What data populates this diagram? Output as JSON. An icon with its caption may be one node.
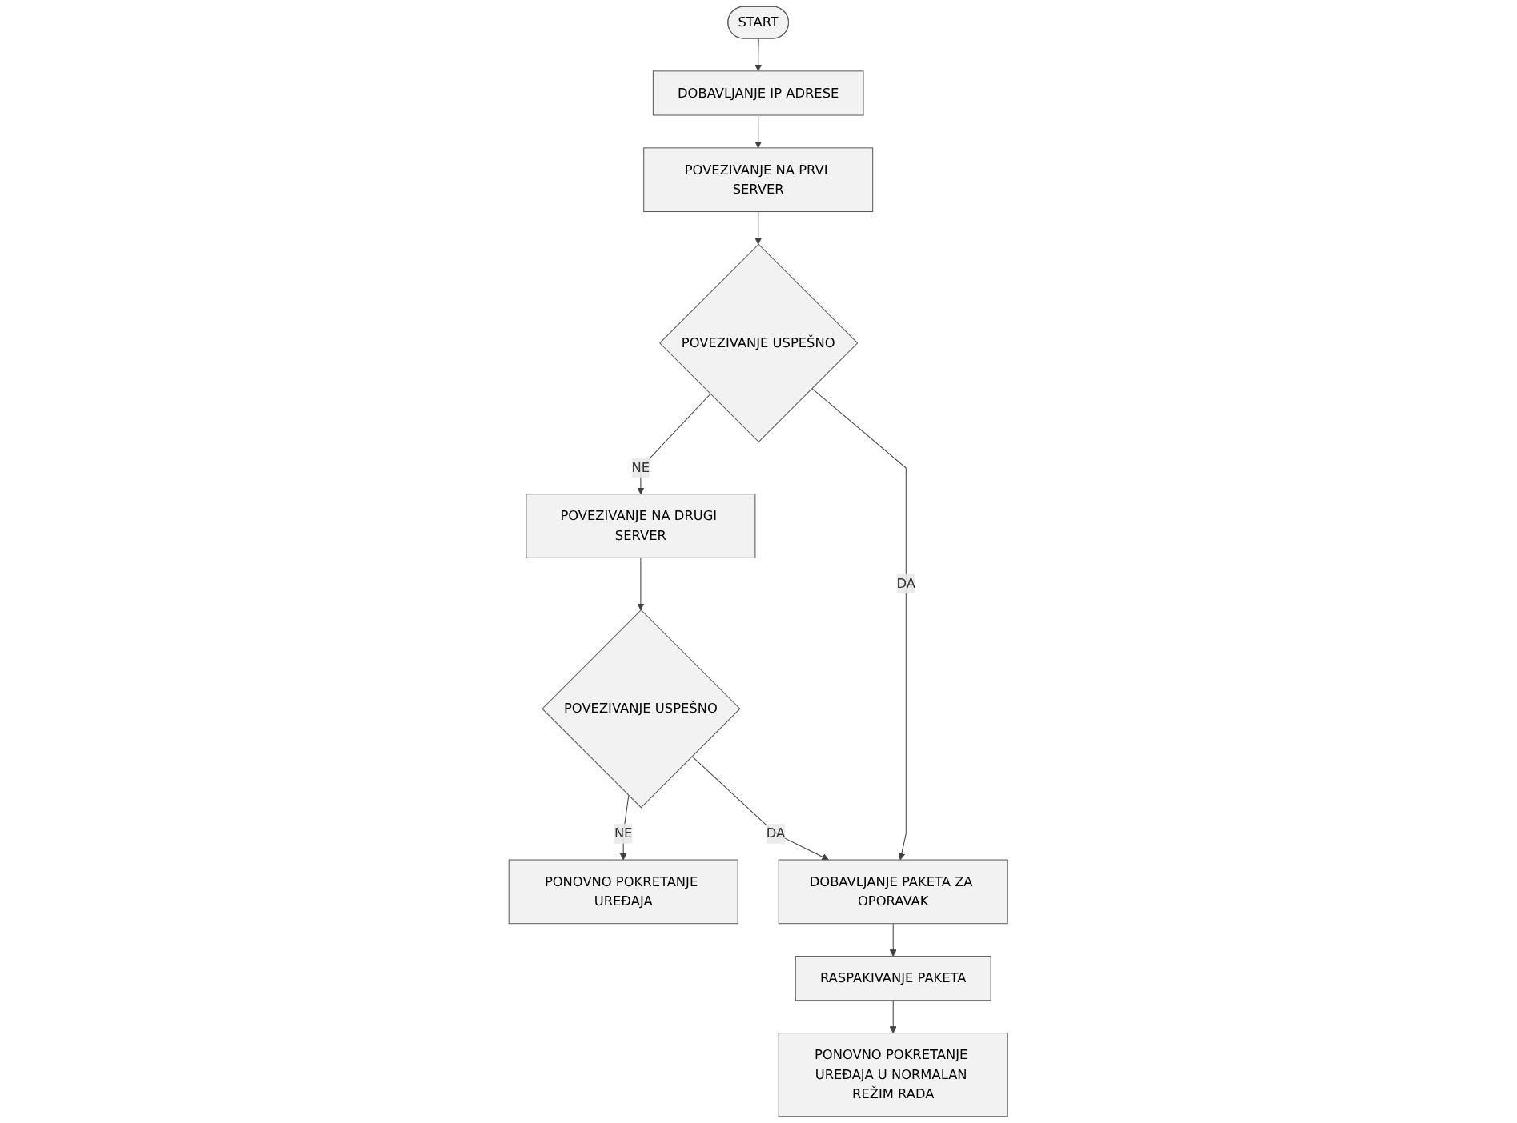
{
  "diagram": {
    "nodes": [
      {
        "text": [
          "START"
        ]
      },
      {
        "text": [
          "DOBAVLJANJE IP ADRESE"
        ]
      },
      {
        "text": [
          "POVEZIVANJE NA PRVI SERVER"
        ]
      },
      {
        "text": [
          "POVEZIVANJE USPEŠNO"
        ]
      },
      {
        "text": [
          "POVEZIVANJE NA DRUGI SERVER"
        ]
      },
      {
        "text": [
          "PONOVNO POKRETANJE UREĐAJA"
        ]
      },
      {
        "text": [
          "POVEZIVANJE USPEŠNO"
        ]
      },
      {
        "text": [
          "DOBAVLJANJE PAKETA ZA OPORAVAK"
        ]
      },
      {
        "text": [
          "RASPAKIVANJE PAKETA"
        ]
      },
      {
        "text": [
          "PONOVNO POKRETANJE UREĐAJA U NORMALAN REŽIM RADA"
        ]
      }
    ],
    "edges": [
      {
        "from": 0,
        "to": 1,
        "arrow": "to"
      },
      {
        "from": 1,
        "to": 2,
        "arrow": "to"
      },
      {
        "from": 2,
        "to": 3,
        "arrow": "to"
      },
      {
        "from": 3,
        "to": 4,
        "arrow": "to",
        "label": "NE"
      },
      {
        "from": 4,
        "to": 6,
        "arrow": "to"
      },
      {
        "from": 6,
        "to": 5,
        "arrow": "to",
        "label": "NE"
      },
      {
        "from": 3,
        "to": 7,
        "arrow": "to",
        "label": "DA"
      },
      {
        "from": 6,
        "to": 7,
        "arrow": "to",
        "label": "DA"
      },
      {
        "from": 7,
        "to": 8,
        "arrow": "to"
      },
      {
        "from": 8,
        "to": 9,
        "arrow": "to"
      }
    ]
  }
}
